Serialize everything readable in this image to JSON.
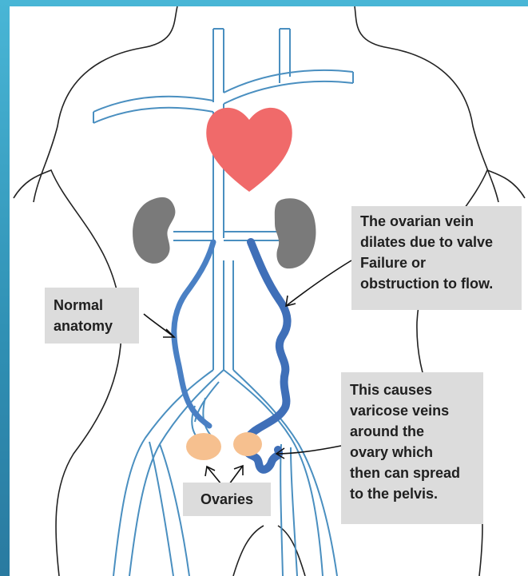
{
  "labels": {
    "ovarian_vein": [
      "The ovarian vein",
      "dilates due to valve",
      "Failure or",
      "obstruction to flow."
    ],
    "normal_anatomy": [
      "Normal",
      "anatomy"
    ],
    "varicose": [
      "This causes",
      "varicose veins",
      "around the",
      "ovary which",
      "then can spread",
      "to the pelvis."
    ],
    "ovaries": "Ovaries"
  },
  "colors": {
    "background": "#ffffff",
    "frame": "#3fa9c9",
    "normal_vein": "#4a8fc0",
    "dilated_vein": "#3f6fb8",
    "heart": "#f06a6a",
    "kidney": "#7a7a7a",
    "ovary": "#f6c08f",
    "callout": "#dcdcdc"
  }
}
